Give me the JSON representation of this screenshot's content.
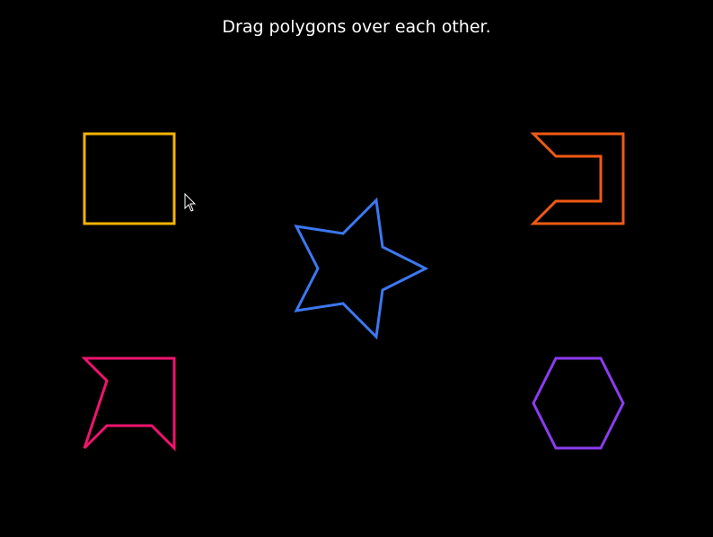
{
  "instruction": "Drag polygons over each other.",
  "polygons": [
    {
      "id": "square",
      "color": "#f5b400"
    },
    {
      "id": "bracket",
      "color": "#f05a14"
    },
    {
      "id": "star",
      "color": "#3c78f0"
    },
    {
      "id": "arrow-shape",
      "color": "#f0146e"
    },
    {
      "id": "hexagon",
      "color": "#8c3cf0"
    }
  ],
  "cursor": "arrow-cursor-icon"
}
